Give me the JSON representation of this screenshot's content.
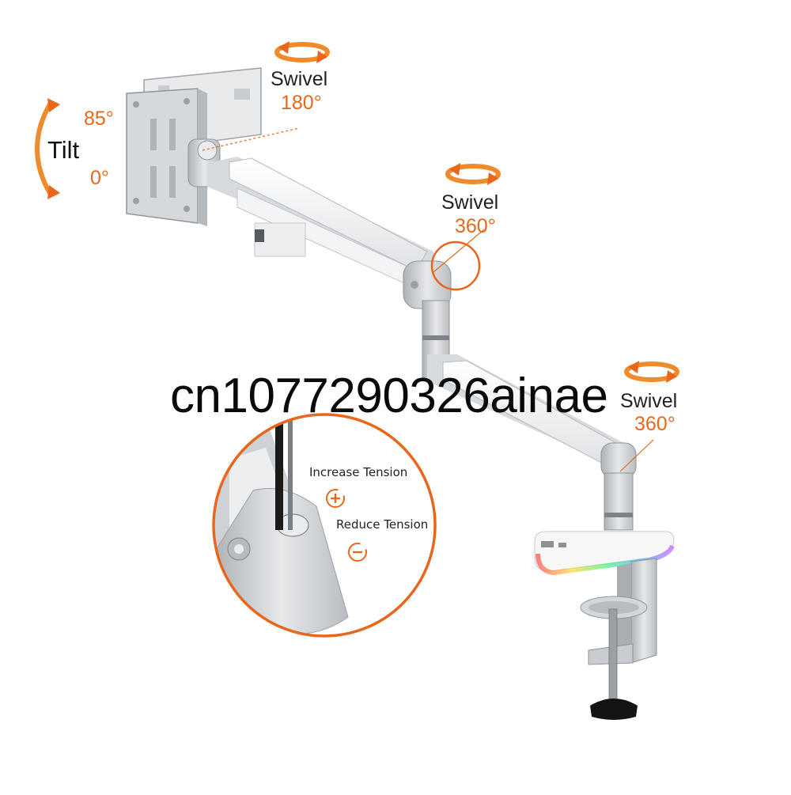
{
  "labels": {
    "swivel_top": {
      "word": "Swivel",
      "degree": "180°"
    },
    "swivel_middle": {
      "word": "Swivel",
      "degree": "360°"
    },
    "swivel_bottom": {
      "word": "Swivel",
      "degree": "360°"
    },
    "tilt": {
      "word": "Tilt",
      "max": "85°",
      "min": "0°"
    }
  },
  "tension": {
    "increase": "Increase Tension",
    "reduce": "Reduce Tension"
  },
  "watermark": "cn1077290326ainae",
  "colors": {
    "accent": "#e8671c",
    "arm_silver": "#cfd2d5",
    "arm_white": "#f6f7f8",
    "dark": "#1a1a1a"
  }
}
